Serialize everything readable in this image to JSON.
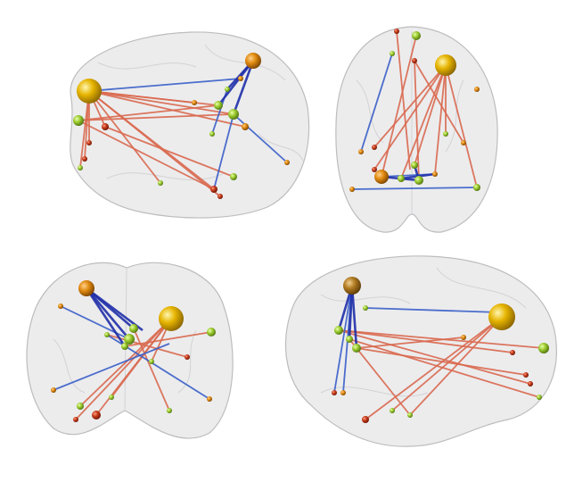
{
  "figure": {
    "views": [
      "sagittal-left",
      "axial",
      "coronal",
      "sagittal-right"
    ]
  },
  "colors": {
    "positive_edge": "#d9694f",
    "negative_edge": "#3a5fc8",
    "strong_negative_edge": "#1f2fa8",
    "hub_node": "#e6b400",
    "node_green": "#9ccc2e",
    "node_orange": "#e08a10",
    "node_red": "#c43a1a",
    "brain_fill": "#e9e9ea"
  }
}
